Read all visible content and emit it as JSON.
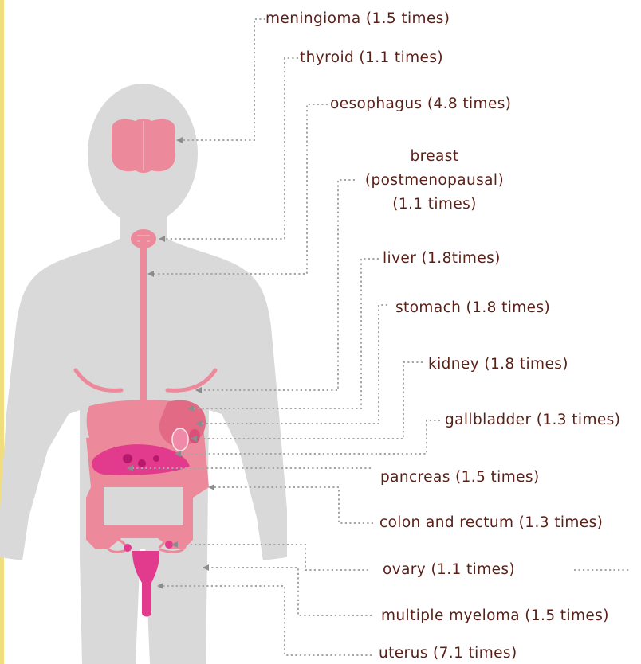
{
  "labels": {
    "meningioma": "meningioma (1.5 times)",
    "thyroid": "thyroid (1.1 times)",
    "oesophagus": "oesophagus (4.8 times)",
    "breast_1": "breast",
    "breast_2": "(postmenopausal)",
    "breast_3": "(1.1 times)",
    "liver": "liver (1.8times)",
    "stomach": "stomach (1.8 times)",
    "kidney": "kidney (1.8 times)",
    "gallbladder": "gallbladder (1.3 times)",
    "pancreas": "pancreas (1.5 times)",
    "colon": "colon and rectum (1.3 times)",
    "ovary": "ovary (1.1 times)",
    "myeloma": "multiple myeloma (1.5 times)",
    "uterus": "uterus (7.1 times)"
  },
  "colors": {
    "body": "#d9d9d9",
    "organ": "#ec8a9c",
    "organ_dark": "#e0507a",
    "organ_magenta": "#e23b8e",
    "text": "#5a1f17",
    "leader": "#a6a6a6",
    "accent_bar": "#f1dd7e"
  }
}
